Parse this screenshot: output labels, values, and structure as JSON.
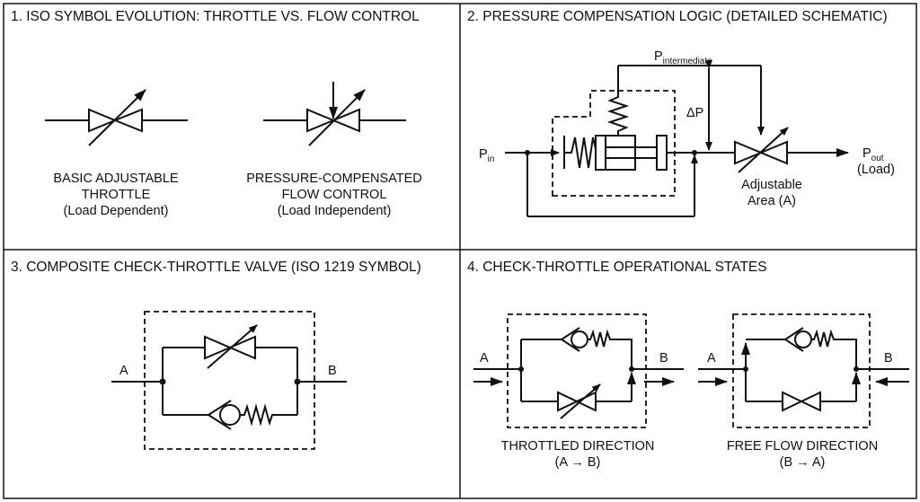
{
  "panels": [
    {
      "title": "1. ISO SYMBOL EVOLUTION: THROTTLE VS. FLOW CONTROL",
      "left_caption": [
        "BASIC ADJUSTABLE",
        "THROTTLE",
        "(Load Dependent)"
      ],
      "right_caption": [
        "PRESSURE-COMPENSATED",
        "FLOW CONTROL",
        "(Load Independent)"
      ]
    },
    {
      "title": "2. PRESSURE COMPENSATION LOGIC (DETAILED SCHEMATIC)",
      "p_intermediate": {
        "base": "P",
        "sub": "intermediate"
      },
      "p_in": {
        "base": "P",
        "sub": "in"
      },
      "p_out": {
        "base": "P",
        "sub": "out"
      },
      "load": "(Load)",
      "delta_p": "ΔP",
      "adjustable": [
        "Adjustable",
        "Area (A)"
      ]
    },
    {
      "title": "3. COMPOSITE CHECK-THROTTLE VALVE (ISO 1219 SYMBOL)",
      "port_a": "A",
      "port_b": "B"
    },
    {
      "title": "4. CHECK-THROTTLE OPERATIONAL STATES",
      "port_a": "A",
      "port_b": "B",
      "left_caption": [
        "THROTTLED DIRECTION",
        "(A → B)"
      ],
      "right_caption": [
        "FREE FLOW DIRECTION",
        "(B → A)"
      ]
    }
  ]
}
